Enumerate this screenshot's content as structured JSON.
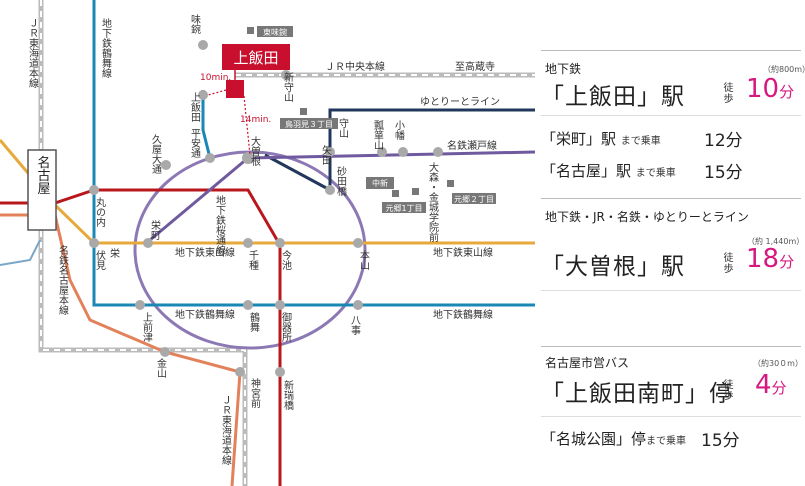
{
  "map": {
    "lines": {
      "jr_tokaido": "ＪＲ東海道本線",
      "jr_tokaido_south": "ＪＲ東海道本線",
      "tsurumai_north": "地下鉄鶴舞線",
      "jr_chuo": "ＪＲ中央本線",
      "yutorito": "ゆとりーとライン",
      "meitetsu_seto": "名鉄瀬戸線",
      "higashiyama_west": "地下鉄東山線",
      "higashiyama_east": "地下鉄東山線",
      "tsurumai_west": "地下鉄鶴舞線",
      "tsurumai_east": "地下鉄鶴舞線",
      "sakuradori": "地下鉄桜通線",
      "meitetsu_nagoya": "名鉄名古屋本線"
    },
    "stations": {
      "ajiyoshi": "味鋺",
      "kamiiida": "上飯田",
      "shinmoriyama": "新守山",
      "takakuraji": "至高蔵寺",
      "kamiiida_local": "上飯田",
      "heian_dori": "平安通",
      "kuya_odori": "久屋大通",
      "ozone": "大曽根",
      "moriyama": "守山",
      "yada": "矢田",
      "sunadabashi": "砂田橋",
      "seto_yama": "瓢箪山",
      "komaki": "小幡",
      "nagoya": "名古屋",
      "marunouchi": "丸の内",
      "fushimi": "伏見",
      "sakae": "栄",
      "sakae_machi": "栄町",
      "chikusa": "千種",
      "imaike": "今池",
      "motoyama": "本山",
      "ozone_kinjo": "大森・金城学院前",
      "kamimaezu": "上前津",
      "tsurumai": "鶴舞",
      "gokiso": "御器所",
      "yagoto": "八事",
      "kanayama": "金山",
      "jingumae": "神宮前",
      "shinmizuho": "新瑞橋"
    },
    "landmarks": {
      "higashi_ajiyoshi": "東味鋺",
      "ryokuchi": "鳥羽見３丁目",
      "nakashin": "中新",
      "motogo1": "元郷1丁目",
      "motogo2": "元郷２丁目"
    },
    "walk_labels": {
      "to_kamiiida": "10min.",
      "to_ozone": "14min."
    },
    "colors": {
      "highlight": "#c8102e",
      "meijo": "#8c78b4",
      "higashiyama": "#e7a93b",
      "tsurumai": "#1a87b5",
      "sakuradori": "#b8171c",
      "yutorito": "#22375c",
      "meitetsu": "#6f5aa0",
      "meitetsu_main": "#e2815a",
      "jr": "#999999",
      "accent": "#d6187f"
    }
  },
  "panel": {
    "access": [
      {
        "provider": "地下鉄",
        "station": "「上飯田」駅",
        "walk": "徒歩",
        "distance": "（約800m）",
        "minutes": "10",
        "unit": "分",
        "rides": [
          {
            "dest": "「栄町」駅",
            "ride": "まで乗車",
            "time": "12分"
          },
          {
            "dest": "「名古屋」駅",
            "ride": "まで乗車",
            "time": "15分"
          }
        ]
      },
      {
        "provider": "地下鉄・JR・名鉄・ゆとりーとライン",
        "station": "「大曽根」駅",
        "walk": "徒歩",
        "distance": "（約 1,440m）",
        "minutes": "18",
        "unit": "分"
      },
      {
        "provider": "名古屋市営バス",
        "station": "「上飯田南町」停",
        "walk": "徒歩",
        "distance": "（約30０m）",
        "minutes": "4",
        "unit": "分",
        "rides": [
          {
            "dest": "「名城公園」停",
            "ride": "まで乗車",
            "time": "15分"
          }
        ]
      }
    ]
  }
}
